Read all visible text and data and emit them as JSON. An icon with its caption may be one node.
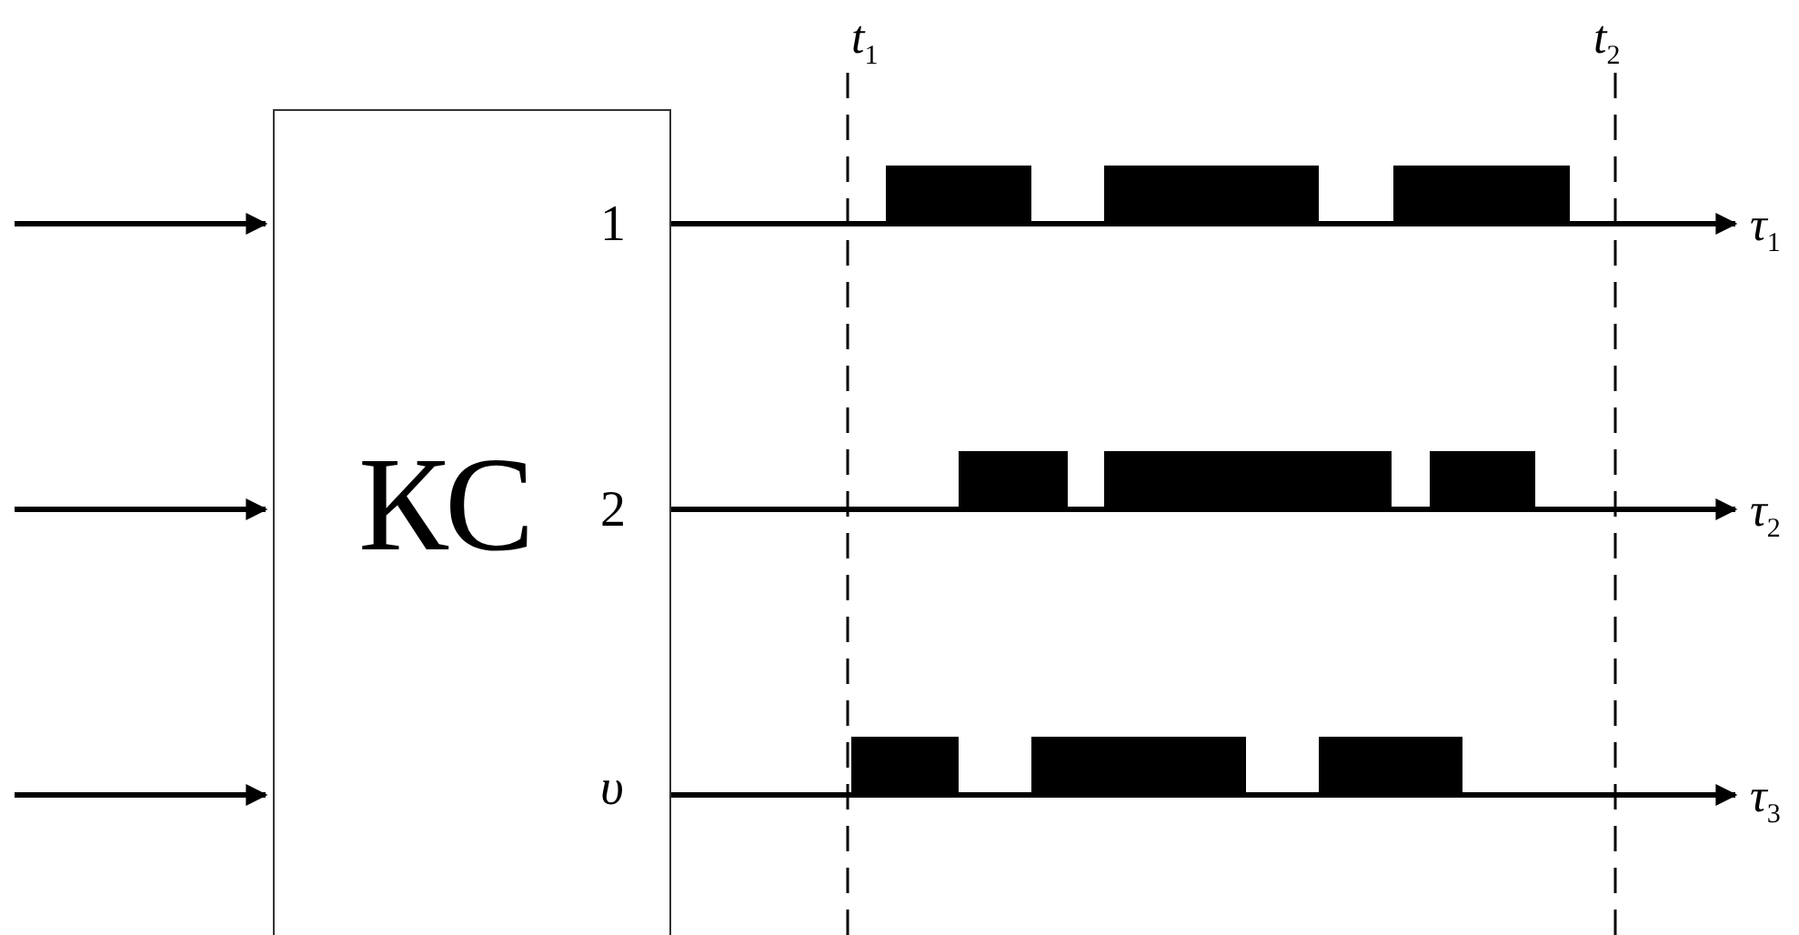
{
  "diagram": {
    "nodes": [
      {
        "text": [
          "КС"
        ]
      },
      {
        "text": [
          "τ$_{1}$"
        ]
      },
      {
        "text": [
          "τ$_{2}$"
        ]
      },
      {
        "text": [
          "τ$_{3}$"
        ]
      }
    ],
    "edges": [
      {
        "from": null,
        "to": 0,
        "arrow": "to"
      },
      {
        "from": null,
        "to": 0,
        "arrow": "to"
      },
      {
        "from": null,
        "to": 0,
        "arrow": "to"
      },
      {
        "from": 0,
        "to": 1,
        "arrow": "to"
      },
      {
        "from": 0,
        "to": 2,
        "arrow": "to"
      },
      {
        "from": 0,
        "to": 3,
        "arrow": "to"
      }
    ],
    "labels": [
      "t$_{1}$",
      "t$_{2}$",
      "1",
      "2",
      "υ"
    ]
  }
}
